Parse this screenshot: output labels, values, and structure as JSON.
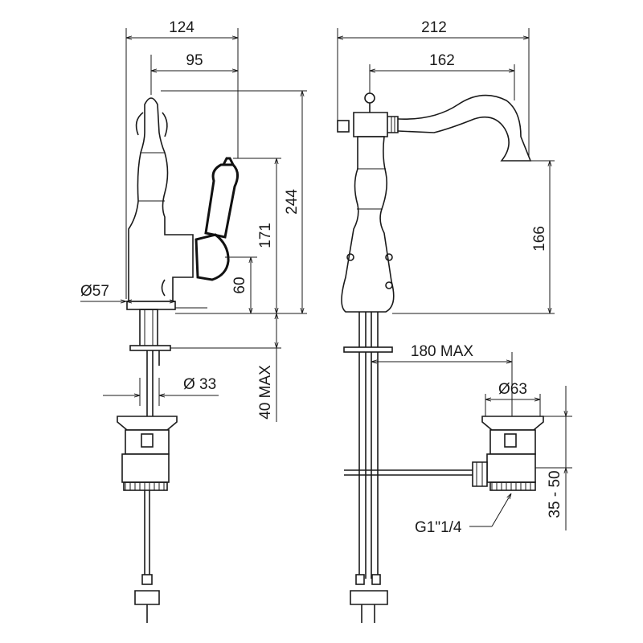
{
  "dimensions": {
    "front_width": "124",
    "front_lever_offset": "95",
    "front_total_height": "244",
    "front_lever_height": "171",
    "front_body_height": "60",
    "front_base_diameter": "Ø57",
    "front_deck_thickness": "40 MAX",
    "front_hole_diameter": "Ø 33",
    "side_width": "212",
    "side_spout_reach": "162",
    "side_spout_height": "166",
    "side_rod_length": "180 MAX",
    "side_waste_diameter": "Ø63",
    "side_waste_height": "35 - 50",
    "side_thread": "G1\"1/4"
  }
}
